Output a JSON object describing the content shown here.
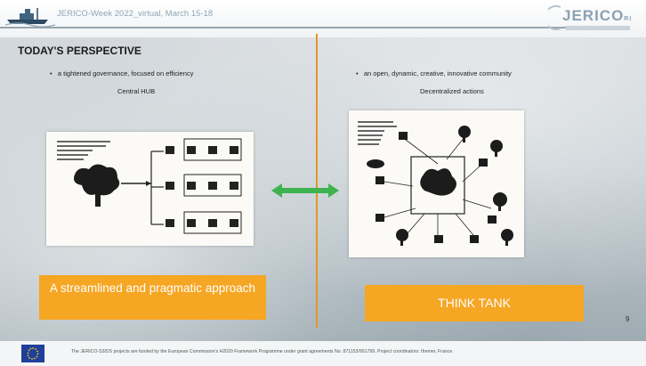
{
  "header": {
    "title": "JERICO-Week 2022_virtual, March 15-18",
    "logo_text": "JERICO",
    "logo_suffix": "RI"
  },
  "slide": {
    "section_title": "TODAY'S PERSPECTIVE",
    "left": {
      "bullet": "a tightened governance, focused on efficiency",
      "subtitle": "Central HUB",
      "button_label": "A streamlined and pragmatic approach"
    },
    "right": {
      "bullet": "an open, dynamic, creative, innovative community",
      "subtitle": "Decentralized actions",
      "button_label": "THINK TANK"
    },
    "page_number": "9"
  },
  "footer": {
    "text": "The JERICO-S3/DS projects are funded by the European Commission's H2020 Framework Programme under grant agreements No. 871153/951799. Project coordinators: Ifremer, France."
  },
  "colors": {
    "accent_orange": "#f5a623",
    "divider_orange": "#e3962a",
    "arrow_green": "#3fb34f",
    "eu_blue": "#1f3f9a"
  }
}
